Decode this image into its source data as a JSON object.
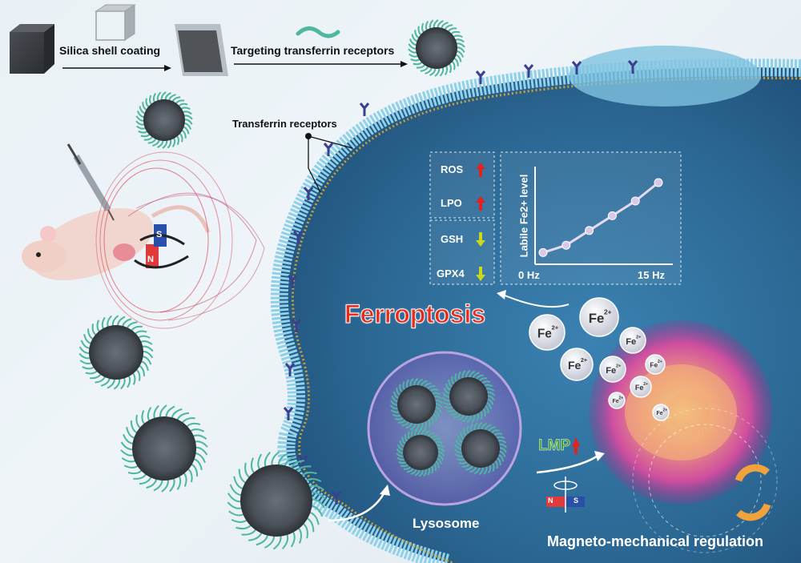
{
  "top_row": {
    "step1_label": "Silica shell coating",
    "step2_label": "Targeting transferrin receptors"
  },
  "annotations": {
    "transferrin_receptors": "Transferrin receptors",
    "ferroptosis": "Ferroptosis",
    "lysosome": "Lysosome",
    "lmp": "LMP",
    "magneto_mechanical": "Magneto-mechanical regulation"
  },
  "markers": [
    {
      "name": "ROS",
      "trend": "up"
    },
    {
      "name": "LPO",
      "trend": "up"
    },
    {
      "name": "GSH",
      "trend": "down"
    },
    {
      "name": "GPX4",
      "trend": "down"
    }
  ],
  "iron_label": "Fe",
  "iron_charge": "2+",
  "magnet": {
    "north": "N",
    "south": "S"
  },
  "colors": {
    "up_arrow": "#e2221f",
    "down_arrow": "#c8d81a",
    "ferroptosis_text": "#e82b1c",
    "lmp_text": "#3aa32e",
    "cell_interior": "#2f6f9c",
    "membrane": "#7fc3e0",
    "receptor": "#3b3f8f"
  },
  "chart_data": {
    "type": "line",
    "ylabel": "Labile Fe2+ level",
    "x_tick_labels": [
      "0 Hz",
      "15 Hz"
    ],
    "x": [
      0,
      3,
      6,
      9,
      12,
      15
    ],
    "values": [
      0.05,
      0.15,
      0.35,
      0.55,
      0.75,
      1.0
    ]
  }
}
